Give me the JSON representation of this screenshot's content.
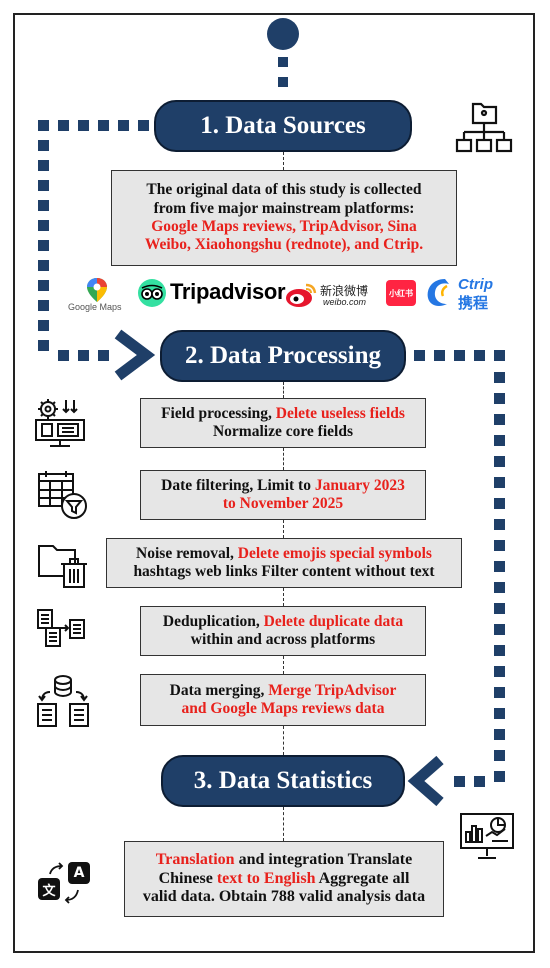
{
  "sections": [
    {
      "title": "1. Data Sources"
    },
    {
      "title": "2. Data Processing"
    },
    {
      "title": "3. Data Statistics"
    }
  ],
  "sources_box": {
    "line1": "The original data of this study is collected",
    "line2": "from five major mainstream platforms:",
    "line3_red": "Google Maps reviews, TripAdvisor, Sina",
    "line4_red": "Weibo, Xiaohongshu (rednote), and Ctrip."
  },
  "logos": {
    "google_maps": "Google Maps",
    "tripadvisor": "Tripadvisor",
    "weibo_cn": "新浪微博",
    "weibo_en": "weibo.com",
    "xiaohongshu": "小红书",
    "ctrip_en": "Ctrip",
    "ctrip_cn": "携程"
  },
  "steps": [
    {
      "black1": "Field processing, ",
      "red1": "Delete useless fields",
      "line2_black": "Normalize core fields"
    },
    {
      "black1": "Date filtering, Limit to ",
      "red1": "January 2023",
      "line2_red": "to November 2025"
    },
    {
      "black1": "Noise removal, ",
      "red1": "Delete emojis special symbols",
      "line2_black": "hashtags web links Filter content without text"
    },
    {
      "black1": "Deduplication, ",
      "red1": "Delete duplicate data",
      "line2_black": "within and across platforms"
    },
    {
      "black1": "Data merging, ",
      "red1": "Merge TripAdvisor",
      "line2_red": "and Google Maps reviews data"
    }
  ],
  "final_box": {
    "red1": "Translation",
    "black1": " and integration Translate",
    "black2": "Chinese ",
    "red2": "text to English",
    "black3": " Aggregate all",
    "line3": "valid data. Obtain 788 valid analysis data"
  },
  "translate_icon": {
    "left": "文",
    "right": "A"
  },
  "colors": {
    "navy": "#1f3f68",
    "red": "#e8211c",
    "box": "#e6e6e6"
  }
}
